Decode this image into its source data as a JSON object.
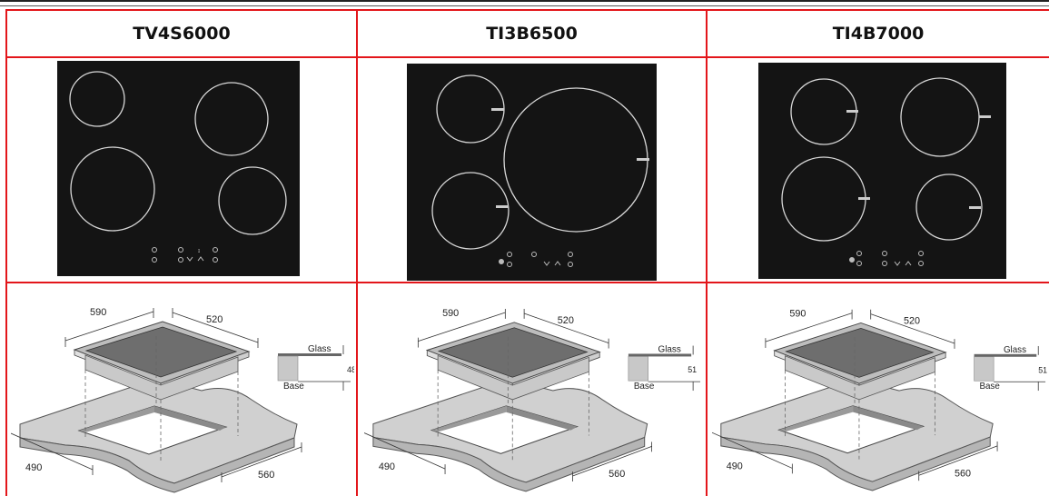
{
  "columns": [
    {
      "model": "TV4S6000",
      "thickness": "48",
      "hob_type": "4-zone-ceramic"
    },
    {
      "model": "TI3B6500",
      "thickness": "51",
      "hob_type": "3-zone-induction"
    },
    {
      "model": "TI4B7000",
      "thickness": "51",
      "hob_type": "4-zone-induction"
    }
  ],
  "diagram_labels": {
    "glass": "Glass",
    "base": "Base",
    "width": "590",
    "depth": "520",
    "cutout_width": "490",
    "cutout_depth": "560"
  },
  "colors": {
    "border": "#e3161b",
    "hob_glass": "#141414",
    "hob_ring": "#d8d8d8"
  }
}
